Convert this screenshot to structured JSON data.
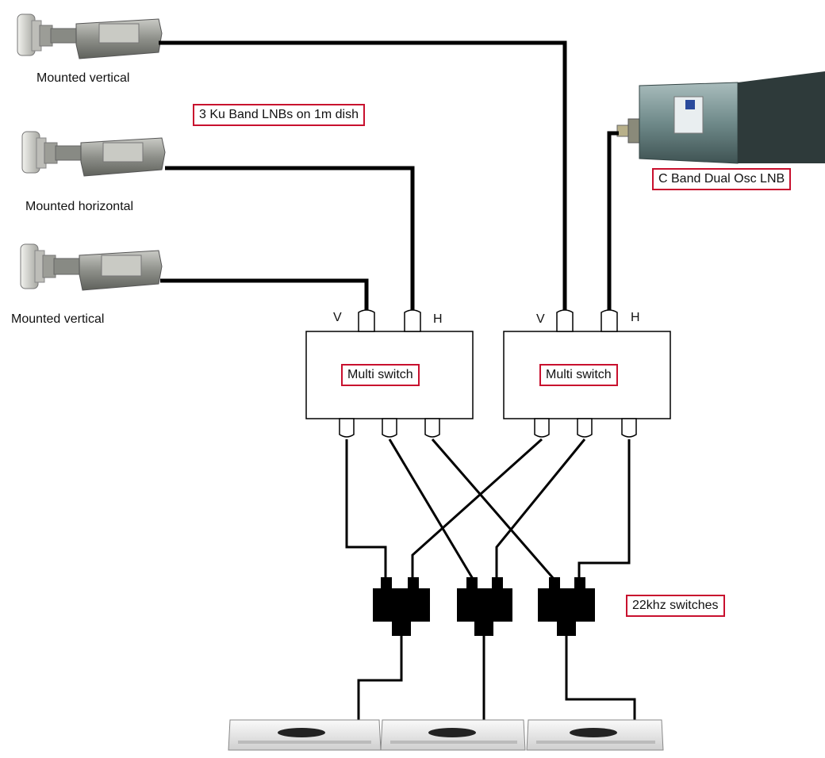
{
  "labels": {
    "lnb1": "Mounted vertical",
    "lnb2": "Mounted horizontal",
    "lnb3": "Mounted vertical",
    "ku_note": "3 Ku Band LNBs on 1m dish",
    "c_band_note": "C Band Dual Osc LNB",
    "switch_note": "22khz switches",
    "multiswitch1": "Multi switch",
    "multiswitch2": "Multi switch",
    "ms1_port_v": "V",
    "ms1_port_h": "H",
    "ms2_port_v": "V",
    "ms2_port_h": "H"
  },
  "colors": {
    "highlight_border": "#c8102e",
    "cable": "#000000",
    "lnb_body": "#8c8e88",
    "c_lnb_body": "#6f8a8a",
    "receiver_body": "#e8e8e8"
  }
}
